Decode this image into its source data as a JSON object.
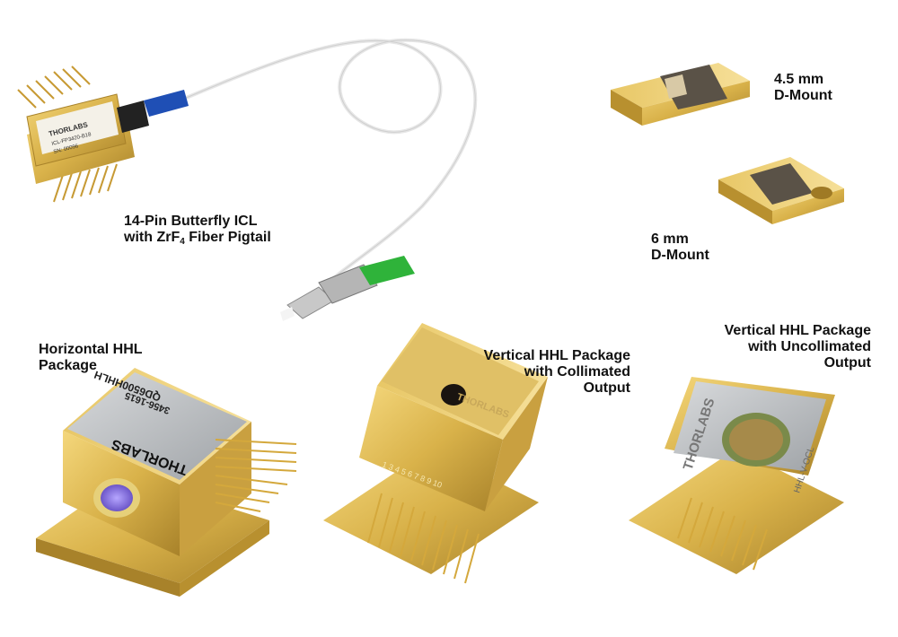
{
  "labels": {
    "butterfly": {
      "line1": "14-Pin Butterfly ICL",
      "line2_prefix": "with ZrF",
      "line2_sub": "4",
      "line2_suffix": " Fiber Pigtail"
    },
    "dmount_45": {
      "line1": "4.5 mm",
      "line2": "D-Mount"
    },
    "dmount_6": {
      "line1": "6 mm",
      "line2": "D-Mount"
    },
    "hhl_horizontal": {
      "line1": "Horizontal HHL",
      "line2": "Package"
    },
    "hhl_vertical_collimated": {
      "line1": "Vertical HHL Package",
      "line2": "with Collimated",
      "line3": "Output"
    },
    "hhl_vertical_uncollimated": {
      "line1": "Vertical HHL Package",
      "line2": "with Uncollimated",
      "line3": "Output"
    }
  },
  "product_markings": {
    "butterfly_brand": "THORLABS",
    "butterfly_part": "ICL-FP3420-B18",
    "butterfly_sn": "SN: 00096",
    "horizontal_part": "QD6500HHLH",
    "horizontal_serial": "3456-1615",
    "horizontal_brand": "THORLABS",
    "collimated_brand": "THORLABS",
    "collimated_pins": "1  3 4 5 6 7 8 9 10",
    "uncollimated_brand": "THORLABS",
    "uncollimated_part": "HHL-V-OCL"
  },
  "colors": {
    "gold": "#d9b24a",
    "gold_dark": "#b08a2c",
    "steel": "#b9bcbf",
    "fiber_blue": "#1f4fb5",
    "fiber_green": "#2fb33a"
  }
}
